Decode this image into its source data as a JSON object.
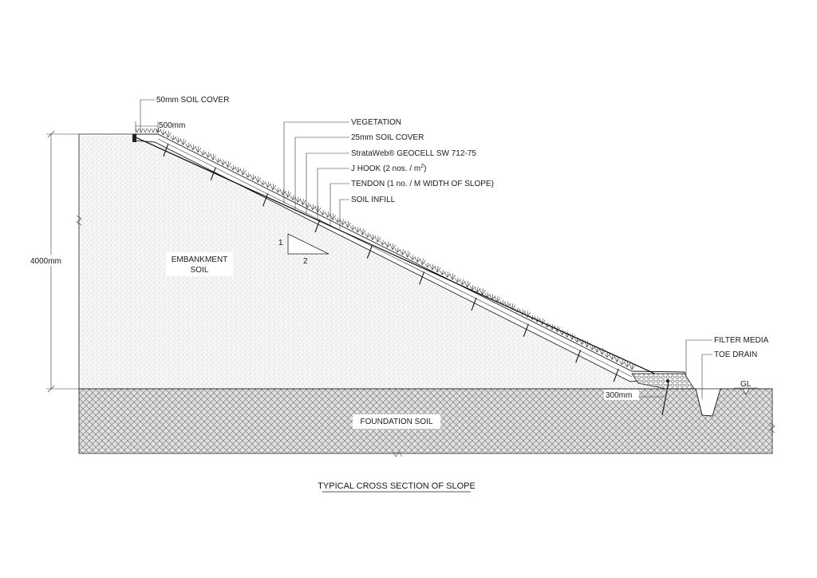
{
  "title": "TYPICAL CROSS SECTION OF SLOPE",
  "labels": {
    "soil_cover_top": "50mm SOIL COVER",
    "crest_width": "500mm",
    "vegetation": "VEGETATION",
    "soil_cover_slope": "25mm SOIL COVER",
    "geocell": "StrataWeb® GEOCELL SW 712-75",
    "j_hook_prefix": "J HOOK (2 nos. / m",
    "j_hook_sup": "2",
    "j_hook_suffix": ")",
    "tendon": "TENDON (1 no. / M WIDTH OF SLOPE)",
    "soil_infill": "SOIL INFILL",
    "height": "4000mm",
    "embankment_line1": "EMBANKMENT",
    "embankment_line2": "SOIL",
    "slope_ratio_v": "1",
    "slope_ratio_h": "2",
    "filter_media": "FILTER MEDIA",
    "toe_drain": "TOE DRAIN",
    "ground_level": "GL",
    "toe_anchor": "300mm",
    "foundation": "FOUNDATION SOIL"
  },
  "colors": {
    "line": "#222222",
    "embankment_fill": "#f4f4f4",
    "foundation_fill": "#cfcfcf",
    "vegetation": "#333333"
  },
  "icons": {
    "break_symbol": "zigzag-break",
    "ground_level_marker": "triangle-marker"
  }
}
